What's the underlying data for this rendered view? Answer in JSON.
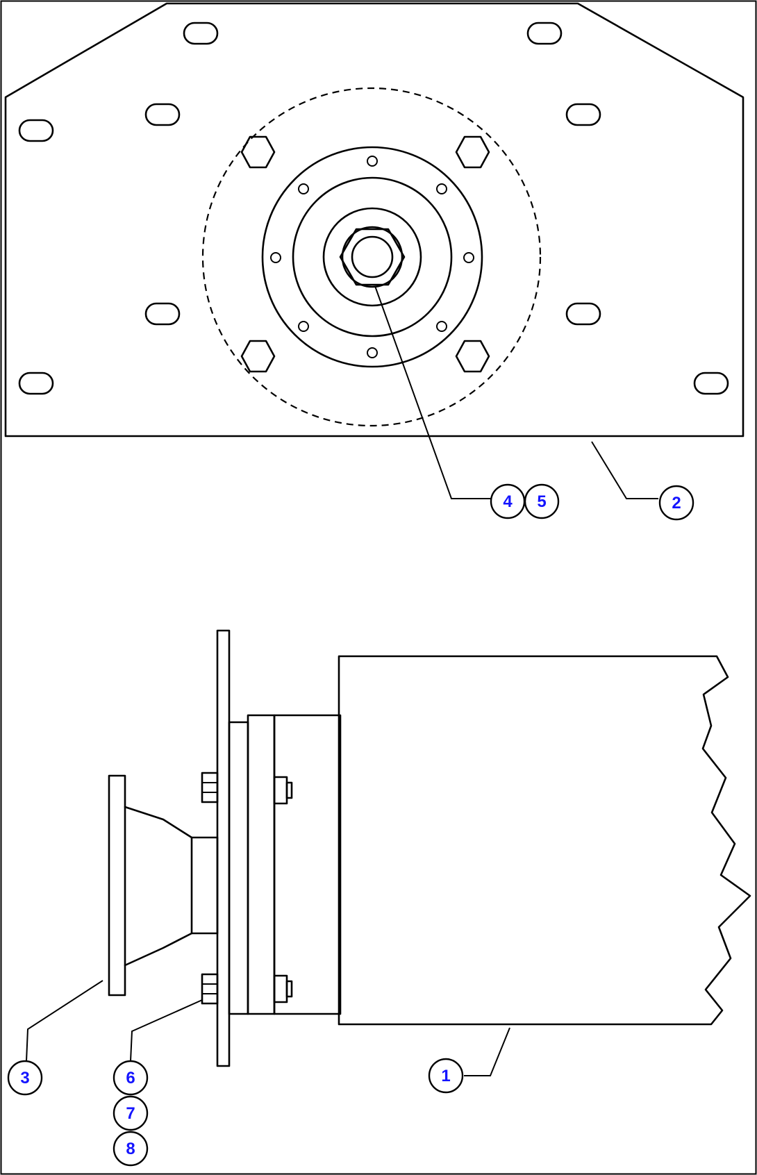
{
  "callouts": {
    "c1": "1",
    "c2": "2",
    "c3": "3",
    "c4": "4",
    "c5": "5",
    "c6": "6",
    "c7": "7",
    "c8": "8"
  },
  "colors": {
    "line": "#000000",
    "callout_text": "#1414ff",
    "background": "#ffffff"
  }
}
